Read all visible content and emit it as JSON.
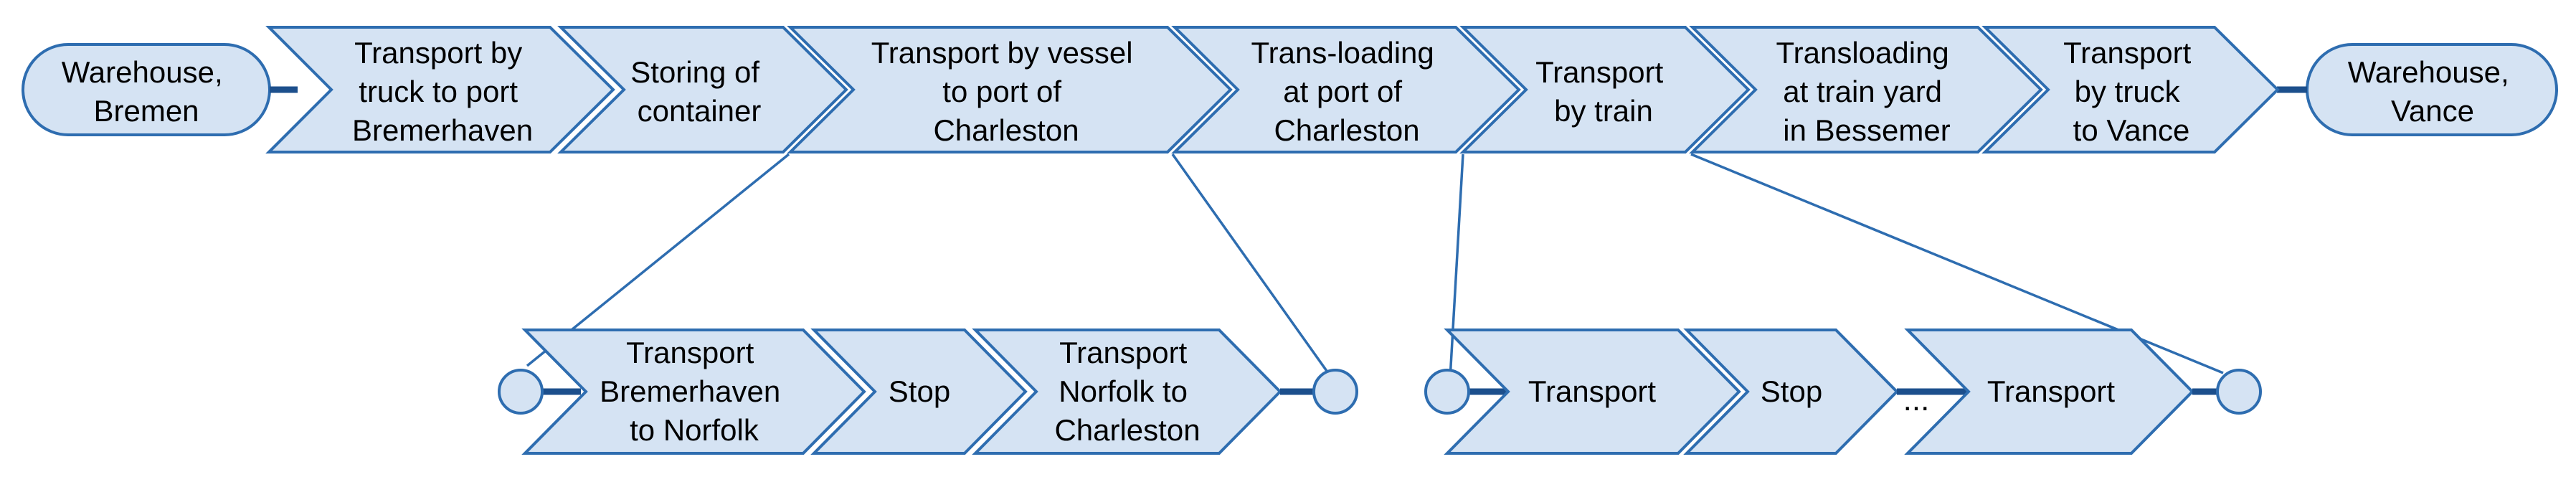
{
  "main_chain": {
    "start": [
      "Warehouse,",
      "Bremen"
    ],
    "steps": [
      [
        "Transport by",
        "truck to port",
        "Bremerhaven"
      ],
      [
        "Storing of",
        "container"
      ],
      [
        "Transport by vessel",
        "to port of",
        "Charleston"
      ],
      [
        "Trans-loading",
        "at port of",
        "Charleston"
      ],
      [
        "Transport",
        "by train"
      ],
      [
        "Transloading",
        "at train yard",
        "in Bessemer"
      ],
      [
        "Transport",
        "by truck",
        "to Vance"
      ]
    ],
    "end": [
      "Warehouse,",
      "Vance"
    ]
  },
  "vessel_detail": {
    "steps": [
      [
        "Transport",
        "Bremerhaven",
        "to Norfolk"
      ],
      [
        "Stop"
      ],
      [
        "Transport",
        "Norfolk to",
        "Charleston"
      ]
    ]
  },
  "train_detail": {
    "steps": [
      [
        "Transport"
      ],
      [
        "Stop"
      ],
      [
        "Transport"
      ]
    ],
    "ellipsis": "..."
  },
  "colors": {
    "fill": "#d5e3f3",
    "stroke": "#2e6db0",
    "connector": "#1c4f8c"
  }
}
